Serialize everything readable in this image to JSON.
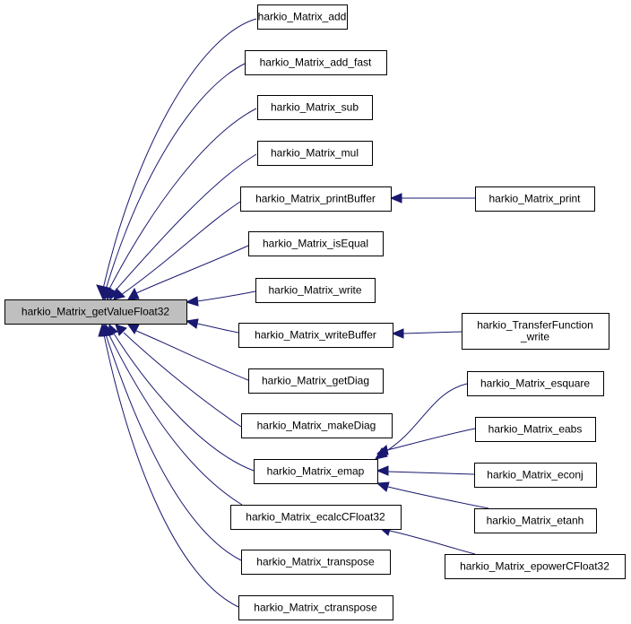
{
  "graph": {
    "root": {
      "id": "getValueFloat32",
      "label": "harkio_Matrix_getValueFloat32"
    },
    "nodes": [
      {
        "id": "add",
        "label": "harkio_Matrix_add"
      },
      {
        "id": "add_fast",
        "label": "harkio_Matrix_add_fast"
      },
      {
        "id": "sub",
        "label": "harkio_Matrix_sub"
      },
      {
        "id": "mul",
        "label": "harkio_Matrix_mul"
      },
      {
        "id": "printBuffer",
        "label": "harkio_Matrix_printBuffer"
      },
      {
        "id": "print",
        "label": "harkio_Matrix_print"
      },
      {
        "id": "isEqual",
        "label": "harkio_Matrix_isEqual"
      },
      {
        "id": "write",
        "label": "harkio_Matrix_write"
      },
      {
        "id": "writeBuffer",
        "label": "harkio_Matrix_writeBuffer"
      },
      {
        "id": "tf_write",
        "label": "harkio_TransferFunction\n_write"
      },
      {
        "id": "getDiag",
        "label": "harkio_Matrix_getDiag"
      },
      {
        "id": "makeDiag",
        "label": "harkio_Matrix_makeDiag"
      },
      {
        "id": "esquare",
        "label": "harkio_Matrix_esquare"
      },
      {
        "id": "eabs",
        "label": "harkio_Matrix_eabs"
      },
      {
        "id": "emap",
        "label": "harkio_Matrix_emap"
      },
      {
        "id": "econj",
        "label": "harkio_Matrix_econj"
      },
      {
        "id": "ecalcCFloat32",
        "label": "harkio_Matrix_ecalcCFloat32"
      },
      {
        "id": "etanh",
        "label": "harkio_Matrix_etanh"
      },
      {
        "id": "transpose",
        "label": "harkio_Matrix_transpose"
      },
      {
        "id": "epowerCFloat32",
        "label": "harkio_Matrix_epowerCFloat32"
      },
      {
        "id": "ctranspose",
        "label": "harkio_Matrix_ctranspose"
      }
    ],
    "edges": [
      {
        "from": "add",
        "to": "getValueFloat32"
      },
      {
        "from": "add_fast",
        "to": "getValueFloat32"
      },
      {
        "from": "sub",
        "to": "getValueFloat32"
      },
      {
        "from": "mul",
        "to": "getValueFloat32"
      },
      {
        "from": "printBuffer",
        "to": "getValueFloat32"
      },
      {
        "from": "isEqual",
        "to": "getValueFloat32"
      },
      {
        "from": "write",
        "to": "getValueFloat32"
      },
      {
        "from": "writeBuffer",
        "to": "getValueFloat32"
      },
      {
        "from": "getDiag",
        "to": "getValueFloat32"
      },
      {
        "from": "makeDiag",
        "to": "getValueFloat32"
      },
      {
        "from": "emap",
        "to": "getValueFloat32"
      },
      {
        "from": "ecalcCFloat32",
        "to": "getValueFloat32"
      },
      {
        "from": "transpose",
        "to": "getValueFloat32"
      },
      {
        "from": "ctranspose",
        "to": "getValueFloat32"
      },
      {
        "from": "print",
        "to": "printBuffer"
      },
      {
        "from": "tf_write",
        "to": "writeBuffer"
      },
      {
        "from": "esquare",
        "to": "emap"
      },
      {
        "from": "eabs",
        "to": "emap"
      },
      {
        "from": "econj",
        "to": "emap"
      },
      {
        "from": "etanh",
        "to": "emap"
      },
      {
        "from": "epowerCFloat32",
        "to": "ecalcCFloat32"
      }
    ],
    "colors": {
      "edge": "#191970",
      "root_fill": "#bfbfbf",
      "node_fill": "#ffffff",
      "border": "#000000"
    }
  }
}
